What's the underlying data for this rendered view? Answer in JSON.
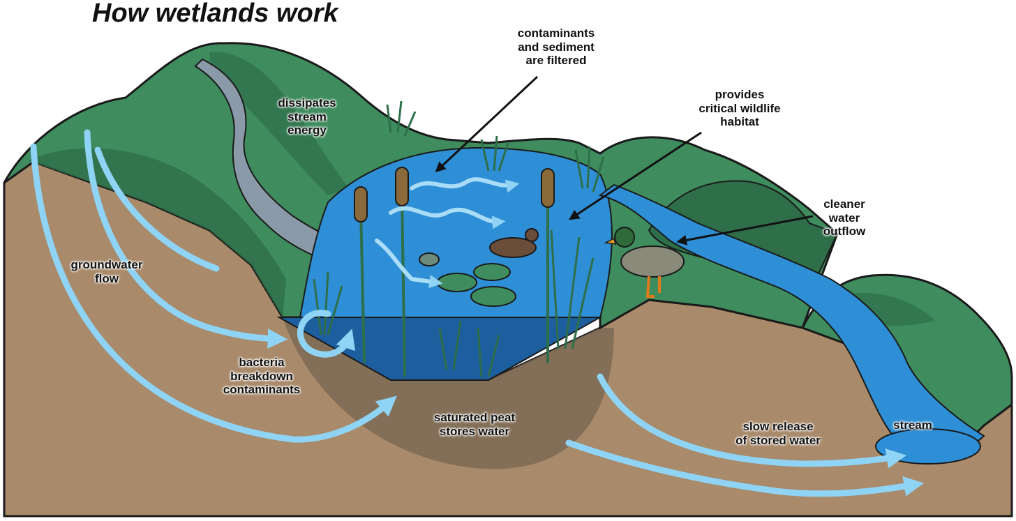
{
  "title": "How wetlands work",
  "labels": {
    "contaminants_filtered": "contaminants\nand sediment\nare filtered",
    "dissipates_energy": "dissipates\nstream\nenergy",
    "wildlife_habitat": "provides\ncritical wildlife\nhabitat",
    "cleaner_outflow": "cleaner\nwater\noutflow",
    "groundwater_flow": "groundwater\nflow",
    "bacteria_breakdown": "bacteria\nbreakdown\ncontaminants",
    "saturated_peat": "saturated peat\nstores water",
    "slow_release": "slow release\nof stored water",
    "stream": "stream"
  },
  "colors": {
    "soil": "#a98a6a",
    "peat": "#7d6a55",
    "grass": "#3f8d5e",
    "grass_dark": "#2e6e48",
    "water": "#2e8fd6",
    "water_dark": "#1d5f9e",
    "flow_arrow": "#8fd3f5",
    "outline": "#1a1a1a"
  }
}
